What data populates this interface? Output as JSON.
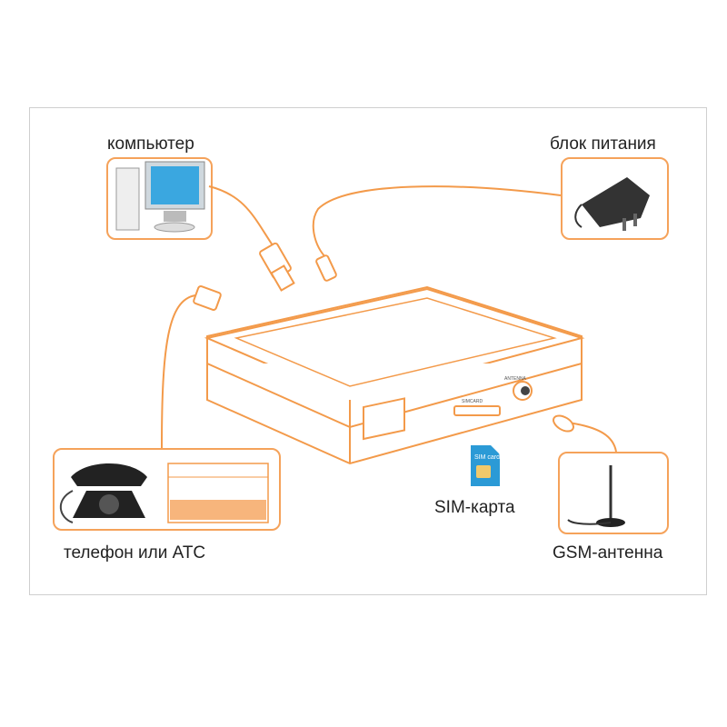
{
  "labels": {
    "computer": "компьютер",
    "power_supply": "блок питания",
    "phone_or_pbx": "телефон или АТС",
    "sim_card": "SIM-карта",
    "gsm_antenna": "GSM-антенна"
  },
  "device": {
    "simcard_slot_label": "SIMCARD",
    "antenna_label": "ANTENNA",
    "sim_icon_text": "SIM card"
  },
  "colors": {
    "accent": "#f39a4a",
    "frame": "#cfcfcf"
  }
}
